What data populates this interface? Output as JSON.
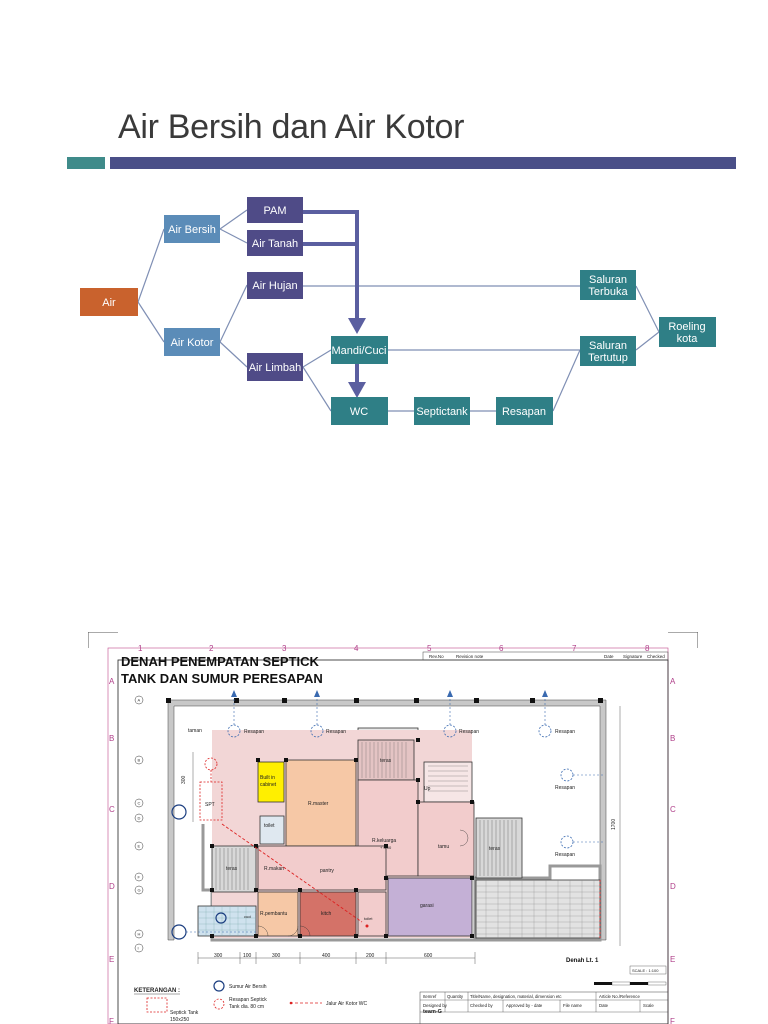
{
  "slide": {
    "title": "Air Bersih dan Air Kotor"
  },
  "flow": {
    "nodes": {
      "air": "Air",
      "air_bersih": "Air Bersih",
      "air_kotor": "Air Kotor",
      "pam": "PAM",
      "air_tanah": "Air Tanah",
      "air_hujan": "Air Hujan",
      "air_limbah": "Air Limbah",
      "mandi_cuci": "Mandi/Cuci",
      "wc": "WC",
      "septictank": "Septictank",
      "resapan": "Resapan",
      "saluran_terbuka_1": "Saluran",
      "saluran_terbuka_2": "Terbuka",
      "saluran_tertutup_1": "Saluran",
      "saluran_tertutup_2": "Tertutup",
      "roeling_1": "Roeling",
      "roeling_2": "kota"
    },
    "colors": {
      "orange": "#c9622d",
      "blue": "#5b8cb8",
      "purple": "#4f4b87",
      "teal": "#2f7f86",
      "line": "#6e7fa8"
    }
  },
  "plan": {
    "title_1": "DENAH PENEMPATAN SEPTICK",
    "title_2": "TANK DAN SUMUR PERESAPAN",
    "grid_cols": [
      "1",
      "2",
      "3",
      "4",
      "5",
      "6",
      "7",
      "8"
    ],
    "grid_rows": [
      "A",
      "B",
      "C",
      "D",
      "E",
      "F"
    ],
    "axis_markers": [
      "A",
      "B",
      "C",
      "D",
      "E",
      "F",
      "G",
      "H",
      "I"
    ],
    "rev_header": [
      "Rev.No",
      "Revision note",
      "Date",
      "Signature",
      "Checked"
    ],
    "rooms": {
      "taman": "taman",
      "resapan": "Resapan",
      "teras": "teras",
      "built_in_1": "Built in",
      "built_in_2": "cabinet",
      "r_master": "R.master",
      "spt": "SPT",
      "toilet": "toilet",
      "r_keluarga": "R.keluarga",
      "elev": "+ 0.00",
      "up": "Up",
      "tamu": "tamu",
      "r_makan": "R.makan",
      "pantry": "pantry",
      "garasi": "garasi",
      "r_pembantu": "R.pembantu",
      "kitch": "kitch",
      "cuci": "cuci"
    },
    "dims_bottom": [
      "300",
      "100",
      "300",
      "400",
      "200",
      "600"
    ],
    "dim_left": "300",
    "dim_right": "1700",
    "denah_label": "Denah Lt. 1",
    "scale_label": "SCALE : 1:100",
    "legend": {
      "heading": "KETERANGAN :",
      "sumur": "Sumur Air Bersih",
      "resapan_1": "Resapan Septick",
      "resapan_2": "Tank dia. 80 cm",
      "jalur": "Jalur Air Kotor WC",
      "septic_1": "Septick Tank",
      "septic_2": "150x250"
    },
    "table": {
      "row1": [
        "Itemref",
        "Quantity",
        "Title/Name, designation, material, dimension etc",
        "Article No./Reference"
      ],
      "row2": [
        "Designed by",
        "Checked by",
        "Approved by - date",
        "File name",
        "Date",
        "Scale"
      ],
      "designer": "team-G"
    }
  }
}
